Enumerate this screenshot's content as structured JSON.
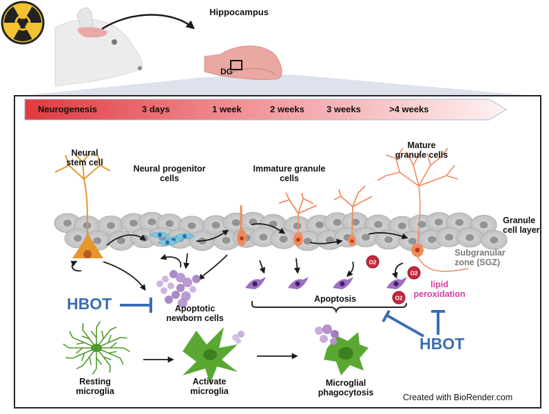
{
  "header": {
    "hippocampus_label": "Hippocampus",
    "dg_label": "DG"
  },
  "timeline": {
    "stages": [
      "Neurogenesis",
      "3 days",
      "1 week",
      "2 weeks",
      "3 weeks",
      ">4 weeks"
    ],
    "start_color": "#e03a3e",
    "end_color": "#fdf2f3"
  },
  "labels": {
    "neural_stem_cell": [
      "Neural",
      "stem cell"
    ],
    "neural_progenitor": [
      "Neural progenitor",
      "cells"
    ],
    "immature_granule": [
      "Immature granule",
      "cells"
    ],
    "mature_granule": [
      "Mature",
      "granule cells"
    ],
    "granule_layer": [
      "Granule",
      "cell layer"
    ],
    "sgz": [
      "Subgranular",
      "zone (SGZ)"
    ],
    "apoptotic_newborn": [
      "Apoptotic",
      "newborn cells"
    ],
    "apoptosis": "Apoptosis",
    "lipid_peroxidation": [
      "lipid",
      "peroxidation"
    ],
    "resting_microglia": [
      "Resting",
      "microglia"
    ],
    "activate_microglia": [
      "Activate",
      "microglia"
    ],
    "microglial_phagocytosis": [
      "Microglial",
      "phagocytosis"
    ],
    "superoxide": "O2",
    "credit": "Created with BioRender.com"
  },
  "hbot": {
    "label": "HBOT",
    "color": "#3a6db5"
  },
  "colors": {
    "lipid": "#d63fa6",
    "sgz": "#7a7a7a",
    "neuron": "#f08a5d",
    "stem": "#e5962b",
    "microglia": "#4c9a2a",
    "apoptotic": "#9d6fbf",
    "superoxide": "#c6283a",
    "progenitor": "#7cc7e0"
  }
}
